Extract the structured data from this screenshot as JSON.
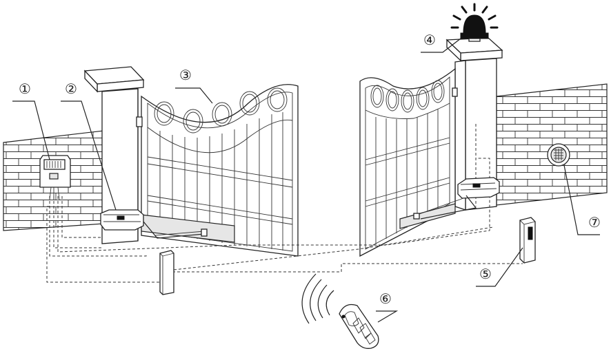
{
  "callouts": [
    {
      "id": "1",
      "text": "①",
      "component": "control-box"
    },
    {
      "id": "2",
      "text": "②",
      "component": "left-gate-opener"
    },
    {
      "id": "3",
      "text": "③",
      "component": "gate-leaf"
    },
    {
      "id": "4",
      "text": "④",
      "component": "warning-lamp"
    },
    {
      "id": "5",
      "text": "⑤",
      "component": "photocell"
    },
    {
      "id": "6",
      "text": "⑥",
      "component": "remote-control"
    },
    {
      "id": "7",
      "text": "⑦",
      "component": "keypad"
    }
  ],
  "colors": {
    "line": "#222222",
    "background": "#ffffff",
    "lamp": "#111111"
  }
}
